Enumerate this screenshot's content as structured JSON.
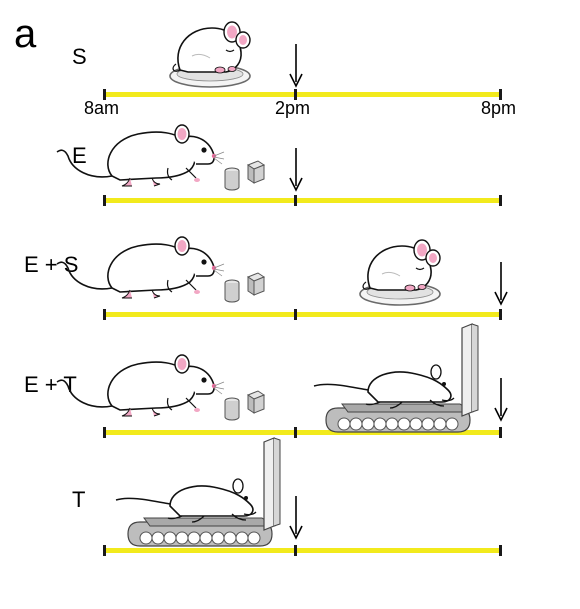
{
  "figure": {
    "panel_label": "a",
    "colors": {
      "timeline": "#f2ea1c",
      "tick": "#1a1a1a",
      "arrow": "#000000",
      "treadmill": "#bdbdbd"
    },
    "times": {
      "start": "8am",
      "middle": "2pm",
      "end": "8pm"
    },
    "rows": [
      {
        "label": "S",
        "morning_icon": "sleeping-mouse-icon",
        "afternoon_icon": "",
        "arrow_at": "2pm"
      },
      {
        "label": "E",
        "morning_icon": "exploring-mouse-icon",
        "afternoon_icon": "",
        "arrow_at": "2pm"
      },
      {
        "label": "E + S",
        "morning_icon": "exploring-mouse-icon",
        "afternoon_icon": "sleeping-mouse-icon",
        "arrow_at": "8pm"
      },
      {
        "label": "E + T",
        "morning_icon": "exploring-mouse-icon",
        "afternoon_icon": "treadmill-mouse-icon",
        "arrow_at": "8pm"
      },
      {
        "label": "T",
        "morning_icon": "treadmill-mouse-icon",
        "afternoon_icon": "",
        "arrow_at": "2pm"
      }
    ]
  }
}
